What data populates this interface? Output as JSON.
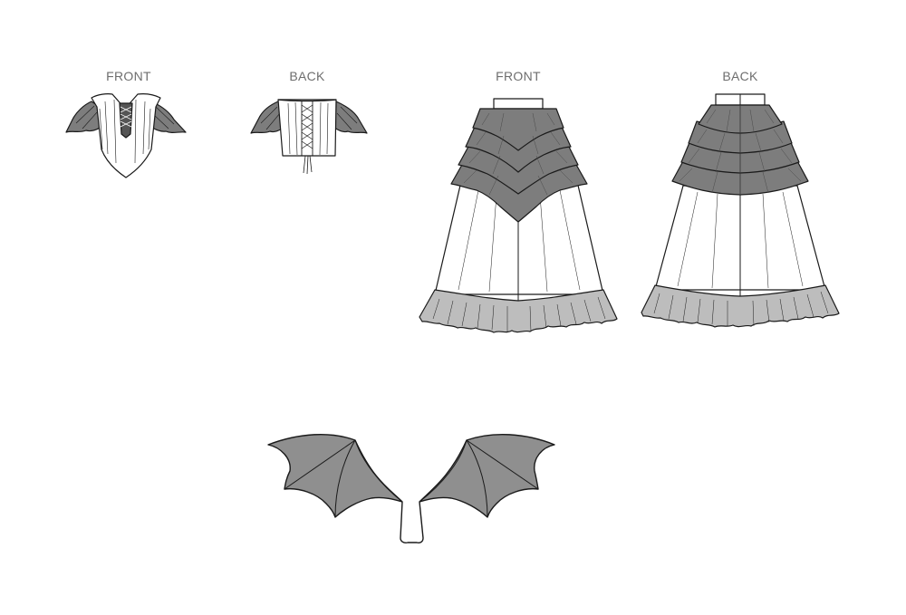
{
  "labels": {
    "bodice_front": "FRONT",
    "bodice_back": "BACK",
    "skirt_front": "FRONT",
    "skirt_back": "BACK"
  },
  "colors": {
    "line": "#1a1a1a",
    "ruffle_dark": "#7d7d7d",
    "ruffle_light": "#bdbdbd",
    "wing_fill": "#8f8f8f",
    "paper": "#ffffff"
  }
}
